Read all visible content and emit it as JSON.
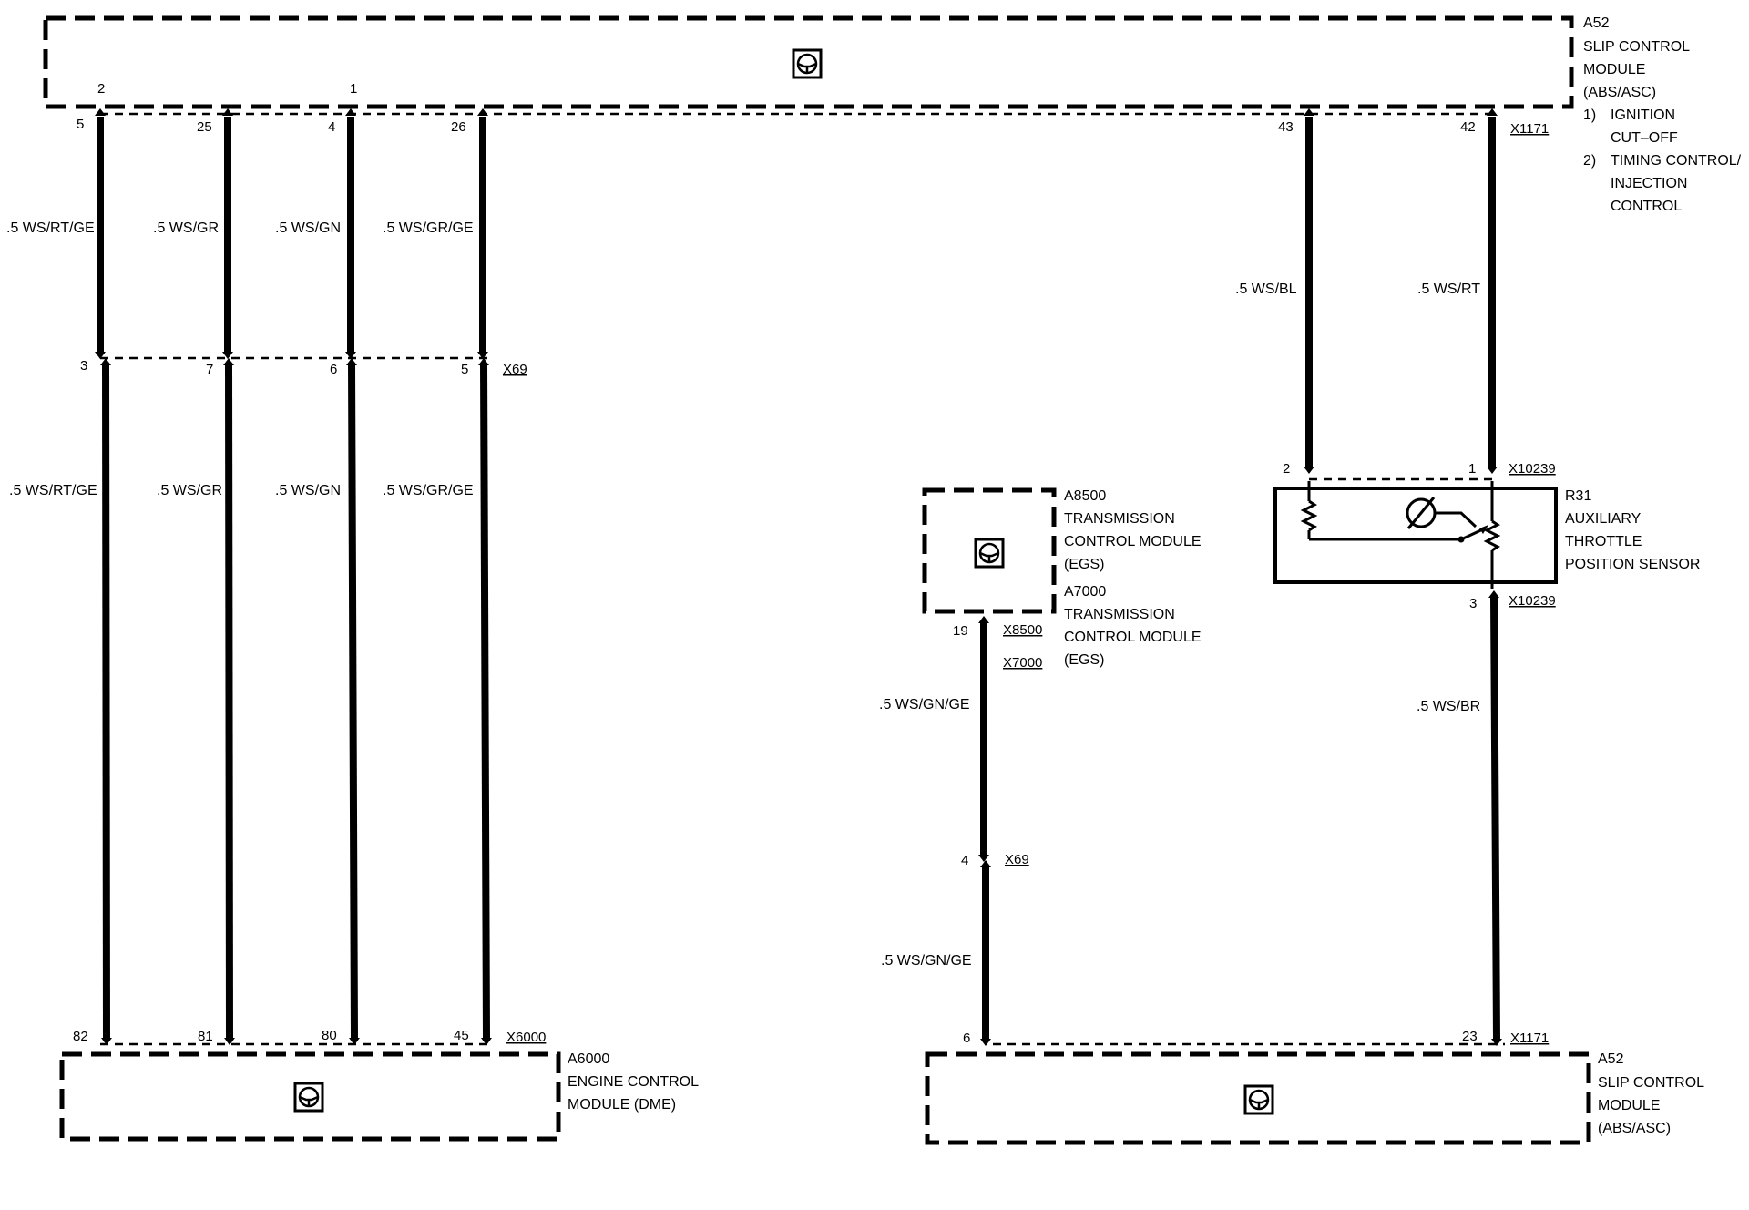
{
  "modules": {
    "top_a52": {
      "id": "A52",
      "lines": [
        "SLIP CONTROL",
        "MODULE",
        "(ABS/ASC)"
      ],
      "notes": [
        [
          "1)",
          "IGNITION"
        ],
        [
          "",
          "CUT–OFF"
        ],
        [
          "2)",
          "TIMING CONTROL/"
        ],
        [
          "",
          "INJECTION"
        ],
        [
          "",
          "CONTROL"
        ]
      ]
    },
    "a6000": {
      "id": "A6000",
      "lines": [
        "ENGINE CONTROL",
        "MODULE (DME)"
      ]
    },
    "bottom_a52": {
      "id": "A52",
      "lines": [
        "SLIP CONTROL",
        "MODULE",
        "(ABS/ASC)"
      ]
    },
    "a8500": {
      "id": "A8500",
      "lines": [
        "TRANSMISSION",
        "CONTROL MODULE",
        "(EGS)"
      ]
    },
    "a7000": {
      "id": "A7000",
      "lines": [
        "TRANSMISSION",
        "CONTROL MODULE",
        "(EGS)"
      ]
    },
    "r31": {
      "id": "R31",
      "lines": [
        "AUXILIARY",
        "THROTTLE",
        "POSITION SENSOR"
      ]
    }
  },
  "connectors": {
    "x1171_top": "X1171",
    "x69_left": "X69",
    "x6000": "X6000",
    "x10239_top": "X10239",
    "x10239_bottom": "X10239",
    "x8500": "X8500",
    "x7000": "X7000",
    "x69_mid": "X69",
    "x1171_bottom": "X1171"
  },
  "top_notes": [
    "2",
    "1"
  ],
  "wires": [
    {
      "pin_top": "5",
      "label_top": ".5 WS/RT/GE",
      "pin_mid": "3",
      "label_bottom": ".5 WS/RT/GE",
      "pin_bottom": "82"
    },
    {
      "pin_top": "25",
      "label_top": ".5 WS/GR",
      "pin_mid": "7",
      "label_bottom": ".5 WS/GR",
      "pin_bottom": "81"
    },
    {
      "pin_top": "4",
      "label_top": ".5 WS/GN",
      "pin_mid": "6",
      "label_bottom": ".5 WS/GN",
      "pin_bottom": "80"
    },
    {
      "pin_top": "26",
      "label_top": ".5 WS/GR/GE",
      "pin_mid": "5",
      "label_bottom": ".5 WS/GR/GE",
      "pin_bottom": "45"
    }
  ],
  "right_wires": {
    "w43": {
      "pin_top": "43",
      "label": ".5 WS/BL",
      "pin_r31": "2"
    },
    "w42": {
      "pin_top": "42",
      "label": ".5 WS/RT",
      "pin_r31": "1"
    },
    "w23": {
      "pin_r31": "3",
      "label": ".5 WS/BR",
      "pin_bottom": "23"
    }
  },
  "mid_wire": {
    "pin_top": "19",
    "label_upper": ".5 WS/GN/GE",
    "pin_x69": "4",
    "label_lower": ".5 WS/GN/GE",
    "pin_bottom": "6"
  }
}
